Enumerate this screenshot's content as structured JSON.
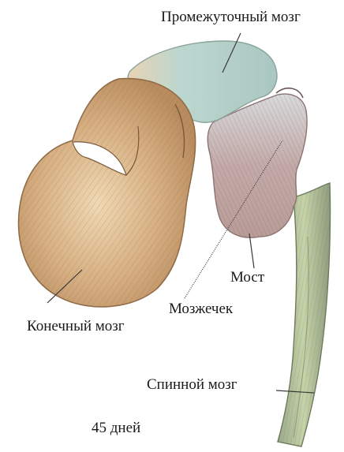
{
  "labels": {
    "diencephalon": "Промежуточный мозг",
    "pons": "Мост",
    "cerebellum": "Мозжечек",
    "telencephalon": "Конечный мозг",
    "spinal_cord": "Спинной мозг",
    "age": "45 дней"
  },
  "colors": {
    "telencephalon": "#d9b489",
    "diencephalon": "#b9d3cc",
    "hindbrain": "#c8b4b0",
    "spinal_cord": "#b7c49a",
    "leader_line": "#3a3a3a"
  }
}
